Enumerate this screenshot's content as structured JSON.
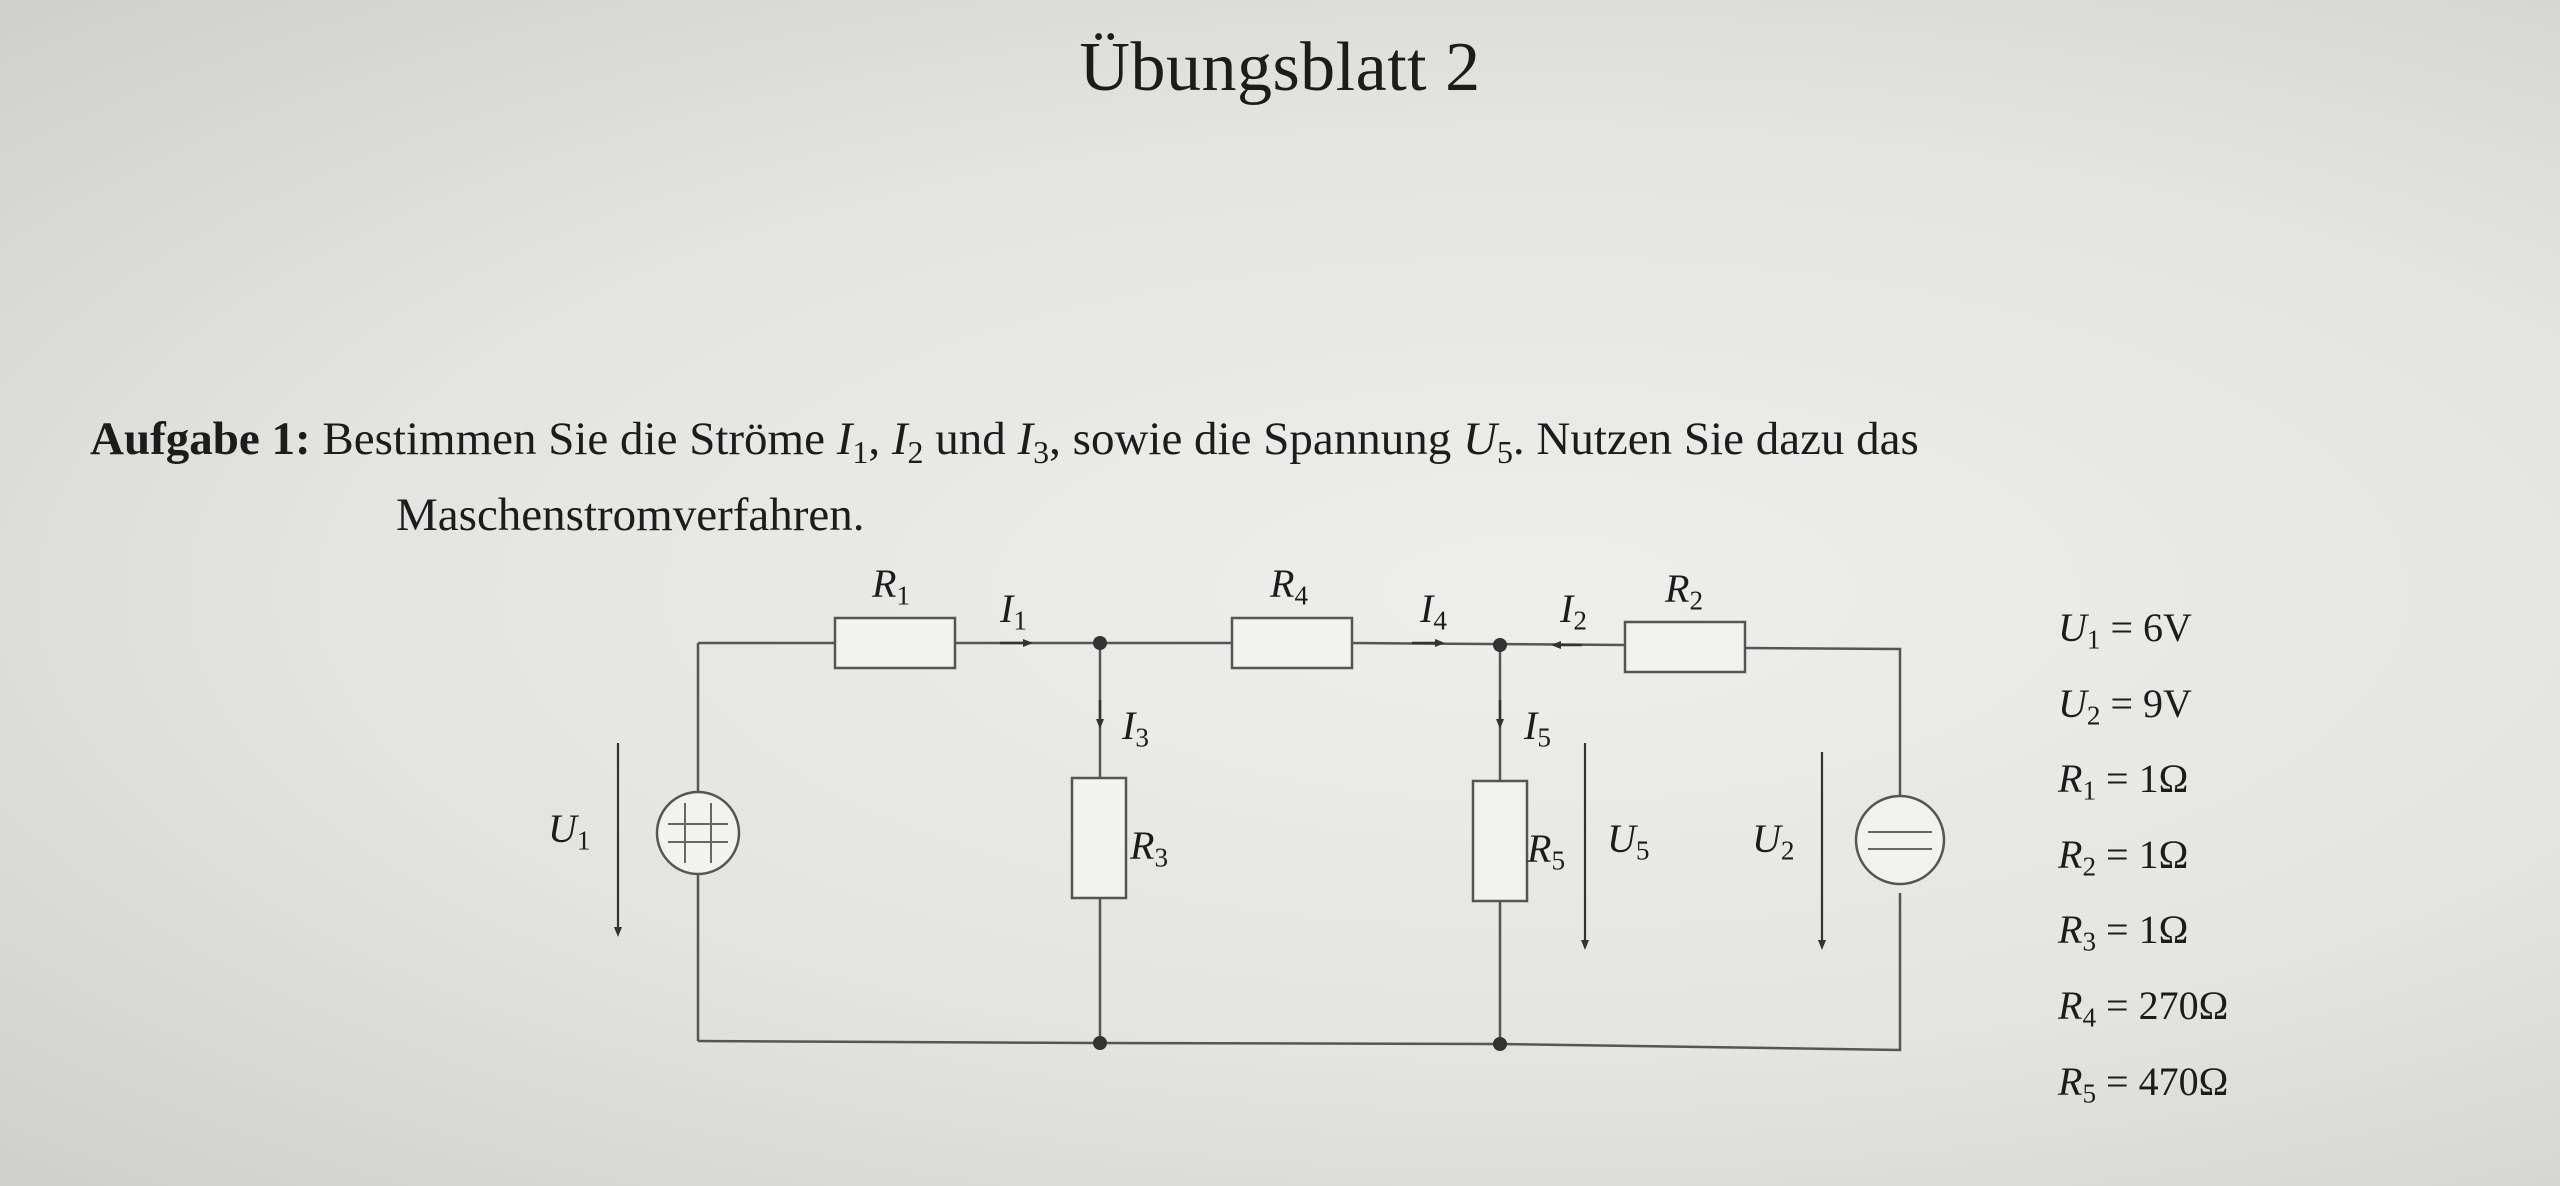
{
  "document": {
    "title": "Übungsblatt 2",
    "task": {
      "label": "Aufgabe 1:",
      "text_part1": "Bestimmen Sie die Ströme",
      "var_i1": "I",
      "sub_1": "1",
      "comma": ",",
      "var_i2": "I",
      "sub_2": "2",
      "und": "und",
      "var_i3": "I",
      "sub_3": "3",
      "sowie": ", sowie die Spannung",
      "var_u5": "U",
      "sub_5": "5",
      "text_part2": ". Nutzen Sie dazu das",
      "text_line2": "Maschenstromverfahren."
    }
  },
  "circuit": {
    "labels": {
      "r1": {
        "sym": "R",
        "sub": "1"
      },
      "r2": {
        "sym": "R",
        "sub": "2"
      },
      "r3": {
        "sym": "R",
        "sub": "3"
      },
      "r4": {
        "sym": "R",
        "sub": "4"
      },
      "r5": {
        "sym": "R",
        "sub": "5"
      },
      "i1": {
        "sym": "I",
        "sub": "1"
      },
      "i2": {
        "sym": "I",
        "sub": "2"
      },
      "i3": {
        "sym": "I",
        "sub": "3"
      },
      "i4": {
        "sym": "I",
        "sub": "4"
      },
      "i5": {
        "sym": "I",
        "sub": "5"
      },
      "u1": {
        "sym": "U",
        "sub": "1"
      },
      "u2": {
        "sym": "U",
        "sub": "2"
      },
      "u5": {
        "sym": "U",
        "sub": "5"
      }
    }
  },
  "values": [
    {
      "sym": "U",
      "sub": "1",
      "eq": " = 6V"
    },
    {
      "sym": "U",
      "sub": "2",
      "eq": " = 9V"
    },
    {
      "sym": "R",
      "sub": "1",
      "eq": " = 1Ω"
    },
    {
      "sym": "R",
      "sub": "2",
      "eq": " = 1Ω"
    },
    {
      "sym": "R",
      "sub": "3",
      "eq": " = 1Ω"
    },
    {
      "sym": "R",
      "sub": "4",
      "eq": " = 270Ω"
    },
    {
      "sym": "R",
      "sub": "5",
      "eq": " = 470Ω"
    }
  ]
}
